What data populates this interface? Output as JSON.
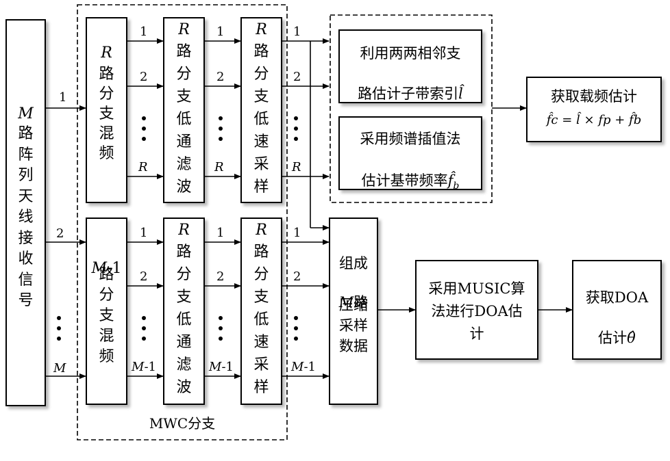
{
  "blocks": {
    "antenna": {
      "var": "M",
      "text": "路\n阵\n列\n天\n线\n接\n收\n信\n号"
    },
    "mix_top": {
      "var": "R",
      "text": "路\n分\n支\n混\n频"
    },
    "lpf_top": {
      "var": "R",
      "text": "路\n分\n支\n低\n通\n滤\n波"
    },
    "adc_top": {
      "var": "R",
      "text": "路\n分\n支\n低\n速\n采\n样"
    },
    "mix_bot": {
      "var": "M",
      "suffix": "-1",
      "text": "路\n分\n支\n混\n频"
    },
    "lpf_bot": {
      "var": "R",
      "text": "路\n分\n支\n低\n通\n滤\n波"
    },
    "adc_bot": {
      "var": "R",
      "text": "路\n分\n支\n低\n速\n采\n样"
    },
    "subband": {
      "line1": "利用两两相邻支",
      "line2": "路估计子带索引",
      "sym": "l̂"
    },
    "baseband": {
      "line1": "采用频谱插值法",
      "line2": "估计基带频率",
      "sym": "f̂",
      "sub": "b"
    },
    "carrier": {
      "line1": "获取载频估计",
      "formula": "f̂c = l̂ × fp + f̂b"
    },
    "compose": {
      "line1": "组成",
      "var": "M",
      "line2": "路",
      "rest": "压缩\n采样\n数据"
    },
    "music": {
      "text": "采用MUSIC算\n法进行DOA估\n计"
    },
    "doa": {
      "line1": "获取DOA",
      "line2": "估计",
      "sym": "θ̂"
    }
  },
  "group_label": "MWC分支",
  "labels": {
    "one": "1",
    "two": "2",
    "R": "R",
    "M": "M",
    "M_minus_1_var": "M",
    "M_minus_1_suffix": "-1"
  }
}
